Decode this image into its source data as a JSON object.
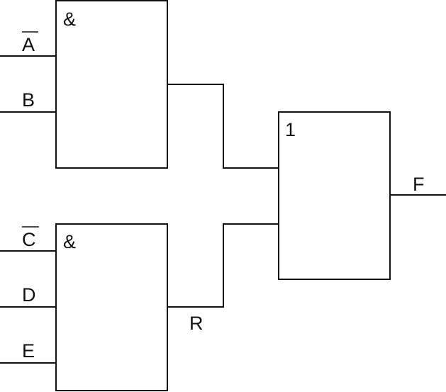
{
  "gates": {
    "and_top": {
      "symbol": "&"
    },
    "and_bottom": {
      "symbol": "&"
    },
    "or": {
      "symbol": "1"
    }
  },
  "inputs": {
    "a": {
      "label": "A",
      "negated": true
    },
    "b": {
      "label": "B",
      "negated": false
    },
    "c": {
      "label": "C",
      "negated": true
    },
    "d": {
      "label": "D",
      "negated": false
    },
    "e": {
      "label": "E",
      "negated": false
    }
  },
  "signals": {
    "r": "R",
    "f": "F"
  },
  "colors": {
    "line": "#111111",
    "background": "#ffffff"
  }
}
